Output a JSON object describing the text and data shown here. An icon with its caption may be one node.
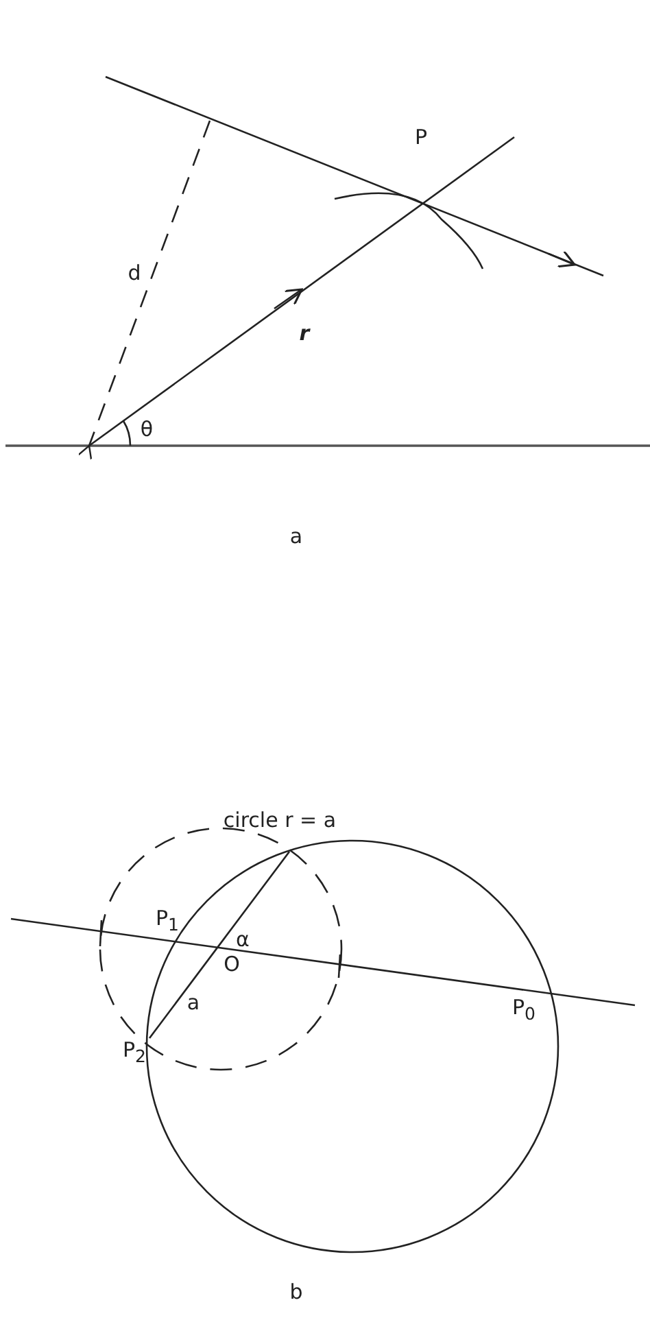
{
  "diagram": {
    "labels": [
      "P",
      "d",
      "r",
      "θ",
      "a",
      "circle r = a",
      "P$_{1}$",
      "α",
      "O",
      "a",
      "P$_{0}$",
      "P$_{2}$",
      "b"
    ]
  }
}
